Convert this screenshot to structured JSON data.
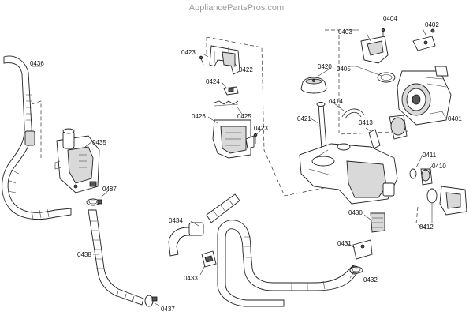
{
  "watermark": "AppliancePartsPros.com",
  "callouts": [
    {
      "id": "c0404",
      "text": "0404"
    },
    {
      "id": "c0403",
      "text": "0403"
    },
    {
      "id": "c0402",
      "text": "0402"
    },
    {
      "id": "c0423a",
      "text": "0423"
    },
    {
      "id": "c0422",
      "text": "0422"
    },
    {
      "id": "c0420",
      "text": "0420"
    },
    {
      "id": "c0405",
      "text": "0405"
    },
    {
      "id": "c0436",
      "text": "0436"
    },
    {
      "id": "c0424",
      "text": "0424"
    },
    {
      "id": "c0414",
      "text": "0414"
    },
    {
      "id": "c0426",
      "text": "0426"
    },
    {
      "id": "c0425",
      "text": "0425"
    },
    {
      "id": "c0421",
      "text": "0421"
    },
    {
      "id": "c0413",
      "text": "0413"
    },
    {
      "id": "c0401",
      "text": "0401"
    },
    {
      "id": "c0423b",
      "text": "0423"
    },
    {
      "id": "c0435",
      "text": "0435"
    },
    {
      "id": "c0411",
      "text": "0411"
    },
    {
      "id": "c0410",
      "text": "0410"
    },
    {
      "id": "c0437a",
      "text": "0437"
    },
    {
      "id": "c0434",
      "text": "0434"
    },
    {
      "id": "c0430",
      "text": "0430"
    },
    {
      "id": "c0412",
      "text": "0412"
    },
    {
      "id": "c0431",
      "text": "0431"
    },
    {
      "id": "c0438",
      "text": "0438"
    },
    {
      "id": "c0433",
      "text": "0433"
    },
    {
      "id": "c0432",
      "text": "0432"
    },
    {
      "id": "c0437b",
      "text": "0437"
    }
  ]
}
